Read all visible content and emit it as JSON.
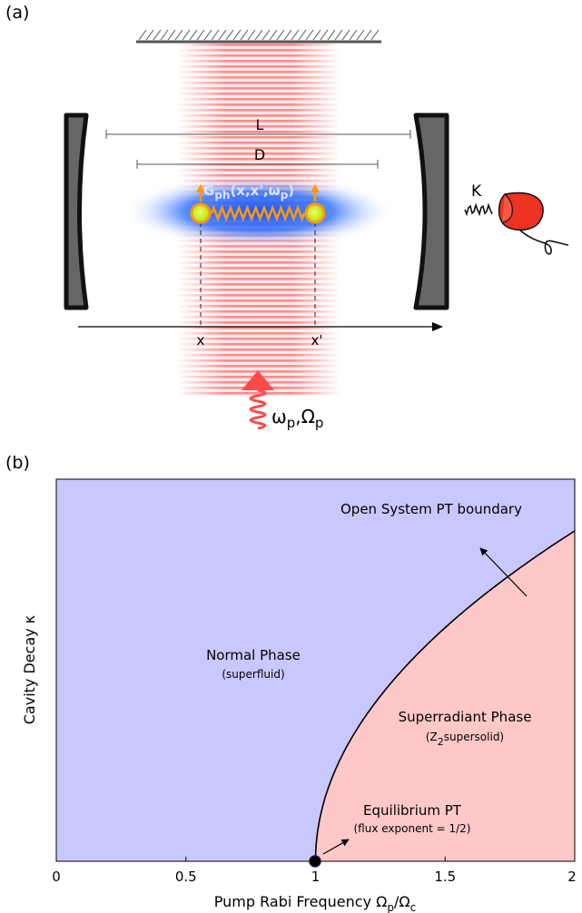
{
  "panel_a": {
    "label": "(a)",
    "cavity_length_label": "L",
    "cloud_length_label": "D",
    "propagator_label": "G",
    "propagator_sub": "ph",
    "propagator_args": "(x,x',ω",
    "propagator_args_sub": "p",
    "propagator_close": ")",
    "cavity_loss_label": "K",
    "position_x_label": "x",
    "position_xp_label": "x'",
    "pump_omega": "ω",
    "pump_omega_sub": "p",
    "pump_sep": ",Ω",
    "pump_rabi_sub": "p",
    "colors": {
      "pump_red": "#ff3d3d",
      "atom_cloud": "#1f5fff",
      "atom": "#c8f000",
      "spring": "#ff9900",
      "mirror": "#666666",
      "detector": "#ee3322"
    }
  },
  "panel_b": {
    "label": "(b)",
    "open_boundary_label": "Open System PT boundary",
    "normal_phase": "Normal Phase",
    "normal_phase_sub": "(superfluid)",
    "superradiant_phase": "Superradiant Phase",
    "superradiant_sub_pre": "(Z",
    "superradiant_sub_index": "2",
    "superradiant_sub_post": "supersolid)",
    "equilibrium_label": "Equilibrium PT",
    "equilibrium_sub": "(flux exponent = 1/2)",
    "colors": {
      "normal_region": "#c8c8ff",
      "superradiant_region": "#ffc8c8"
    }
  },
  "chart_data": {
    "type": "area",
    "xlabel_main": "Pump Rabi Frequency Ω",
    "xlabel_sub1": "p",
    "xlabel_mid": "/Ω",
    "xlabel_sub2": "c",
    "ylabel": "Cavity Decay κ",
    "xlim": [
      0,
      2
    ],
    "xticks": [
      "0",
      "0.5",
      "1",
      "1.5",
      "2"
    ],
    "xtick_values": [
      0,
      0.5,
      1,
      1.5,
      2
    ],
    "critical_point": {
      "x": 1,
      "y": 0
    },
    "boundary_exponent": 0.5
  }
}
